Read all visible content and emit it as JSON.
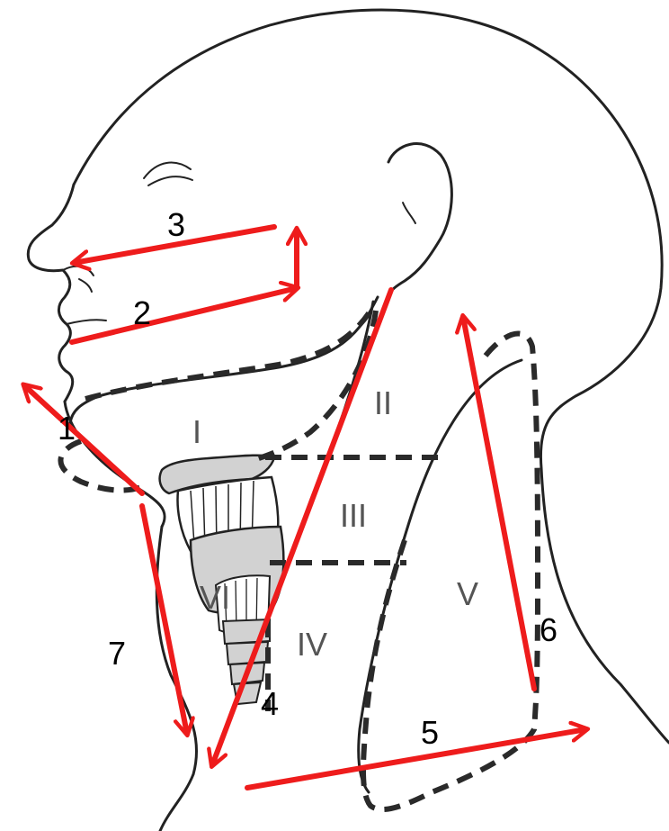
{
  "colors": {
    "arrow": "#ee1c1c",
    "outline": "#222222",
    "level_text": "#555555",
    "step_text": "#000000",
    "cartilage_fill": "#d2d2d2",
    "background": "#ffffff"
  },
  "levels": {
    "I": "I",
    "II": "II",
    "III": "III",
    "IV": "IV",
    "V": "V",
    "VI": "VI"
  },
  "steps": {
    "s1": "1",
    "s2": "2",
    "s3": "3",
    "s4": "4",
    "s5": "5",
    "s6": "6",
    "s7": "7"
  }
}
